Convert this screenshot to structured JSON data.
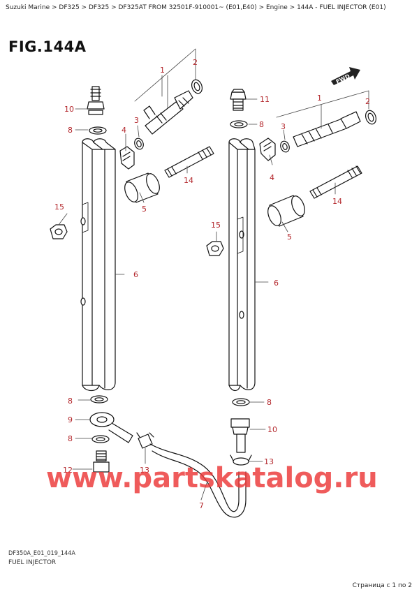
{
  "breadcrumb": "Suzuki Marine > DF325 > DF325 > DF325AT FROM 32501F-910001~  (E01,E40) > Engine > 144A - FUEL INJECTOR (E01)",
  "figure_title": "FIG.144A",
  "footer": {
    "code": "DF350A_E01_019_144A",
    "name": "FUEL INJECTOR"
  },
  "page_indicator": "Страница с 1 по 2",
  "watermark": "www.partskatalog.ru",
  "fwd_label": "FWD",
  "callout_color": "#b3262b",
  "callouts": {
    "l1": "1",
    "l2": "2",
    "l3": "3",
    "l4": "4",
    "l5": "5",
    "l6": "6",
    "l7": "7",
    "l8a": "8",
    "l8b": "8",
    "l8c": "8",
    "l9": "9",
    "l10": "10",
    "l12": "12",
    "l13": "13",
    "l14": "14",
    "l15": "15",
    "r1": "1",
    "r2": "2",
    "r3": "3",
    "r4": "4",
    "r5": "5",
    "r6": "6",
    "r8a": "8",
    "r8b": "8",
    "r10": "10",
    "r11": "11",
    "r13": "13",
    "r14": "14",
    "r15": "15"
  }
}
